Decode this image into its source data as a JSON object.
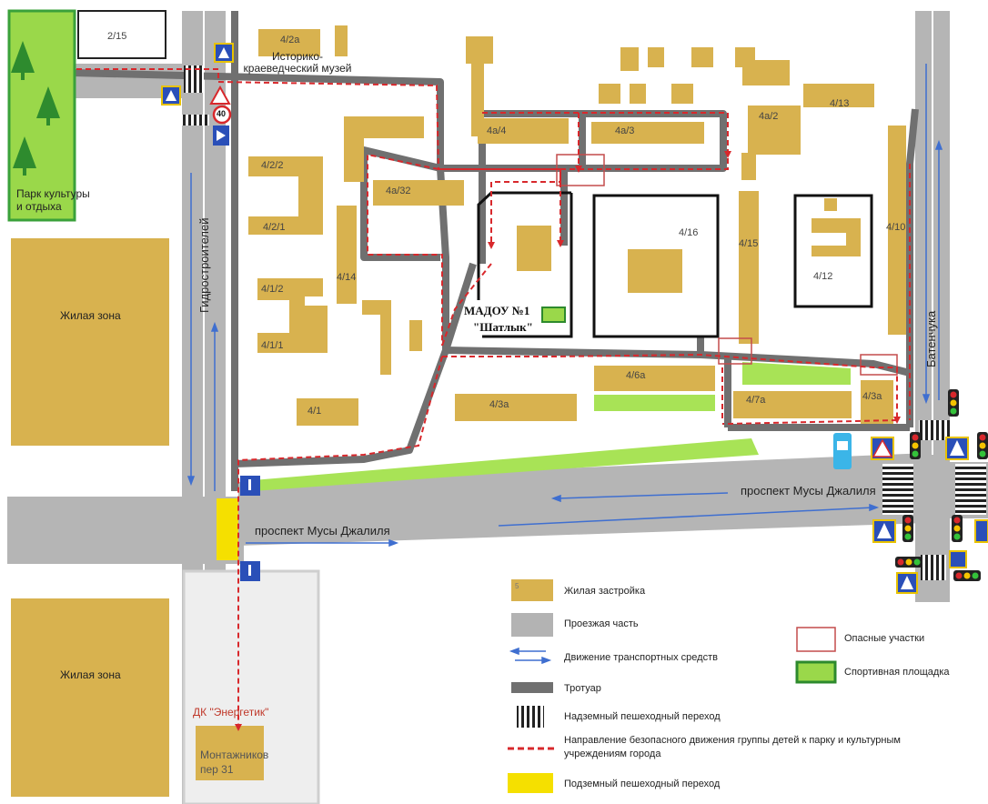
{
  "colors": {
    "building": "#d8b24f",
    "road": "#b3b3b3",
    "sidewalk": "#707070",
    "route": "#d8282c",
    "park": "#8bd12e",
    "park_border": "#3aa13a",
    "field": "#a8e356",
    "field_border": "#2d8a2d",
    "underpass": "#f5e000",
    "arrow": "#3f6fd0",
    "danger": "#c44c4c"
  },
  "buildings": {
    "b_2_15": "2/15",
    "b_4_2a": "4/2а",
    "museum": "Историко-краеведческий музей",
    "b_4_2_2": "4/2/2",
    "b_4_2_1": "4/2/1",
    "b_4_1_2": "4/1/2",
    "b_4_1_1": "4/1/1",
    "b_4_1": "4/1",
    "b_4a_4": "4а/4",
    "b_4a_3": "4а/3",
    "b_4a_2": "4а/2",
    "b_4_13": "4/13",
    "b_4a_32": "4а/32",
    "b_4_14": "4/14",
    "b_4_16": "4/16",
    "b_4_15": "4/15",
    "b_4_12": "4/12",
    "b_4_10": "4/10",
    "b_4_6a": "4/6а",
    "b_4_3a": "4/3а",
    "b_4_7a": "4/7а",
    "b_4_3a_small": "4/3а",
    "dou_line1": "МАДОУ №1",
    "dou_line2": "\"Шатлык\"",
    "energetik": "ДК \"Энергетик\"",
    "montazh": "Монтажников пер 31"
  },
  "zones": {
    "park": "Парк культуры и отдыха",
    "residential_top": "Жилая зона",
    "residential_bottom": "Жилая зона"
  },
  "streets": {
    "gidro": "Гидростроителей",
    "batenchuka": "Батенчука",
    "musy_right": "проспект Мусы Джалиля",
    "musy_left": "проспект Мусы Джалиля"
  },
  "signs": {
    "speed_limit": "40"
  },
  "legend": {
    "building_sample": "5",
    "building": "Жилая застройка",
    "road": "Проезжая часть",
    "traffic": "Движение транспортных средств",
    "sidewalk": "Тротуар",
    "crossing": "Надземный пешеходный переход",
    "route": "Направление безопасного движения группы детей к парку и культурным учреждениям города",
    "underpass": "Подземный пешеходный переход",
    "danger": "Опасные участки",
    "sport": "Спортивная площадка"
  }
}
